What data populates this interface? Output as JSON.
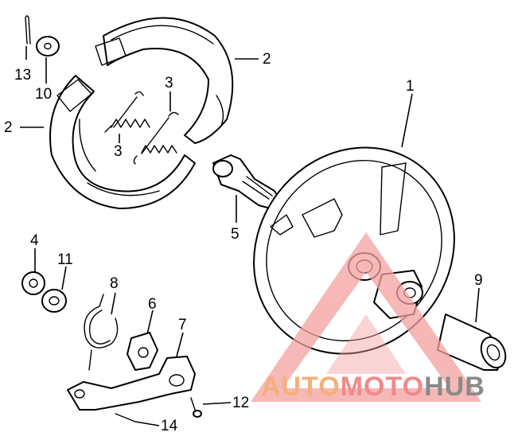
{
  "diagram": {
    "callouts": [
      {
        "id": "c1",
        "label": "1"
      },
      {
        "id": "c2a",
        "label": "2"
      },
      {
        "id": "c2b",
        "label": "2"
      },
      {
        "id": "c3a",
        "label": "3"
      },
      {
        "id": "c3b",
        "label": "3"
      },
      {
        "id": "c4",
        "label": "4"
      },
      {
        "id": "c5",
        "label": "5"
      },
      {
        "id": "c6",
        "label": "6"
      },
      {
        "id": "c7",
        "label": "7"
      },
      {
        "id": "c8",
        "label": "8"
      },
      {
        "id": "c9",
        "label": "9"
      },
      {
        "id": "c10",
        "label": "10"
      },
      {
        "id": "c11",
        "label": "11"
      },
      {
        "id": "c12",
        "label": "12"
      },
      {
        "id": "c13",
        "label": "13"
      },
      {
        "id": "c14",
        "label": "14"
      }
    ]
  },
  "watermark": {
    "part1": "AUTO",
    "part2": "MOTO",
    "part3": "HUB",
    "colors": {
      "auto": "#f5b07a",
      "moto": "#f08a8a",
      "hub": "#8a8a8a",
      "triangle": "#f4a0a0"
    }
  }
}
